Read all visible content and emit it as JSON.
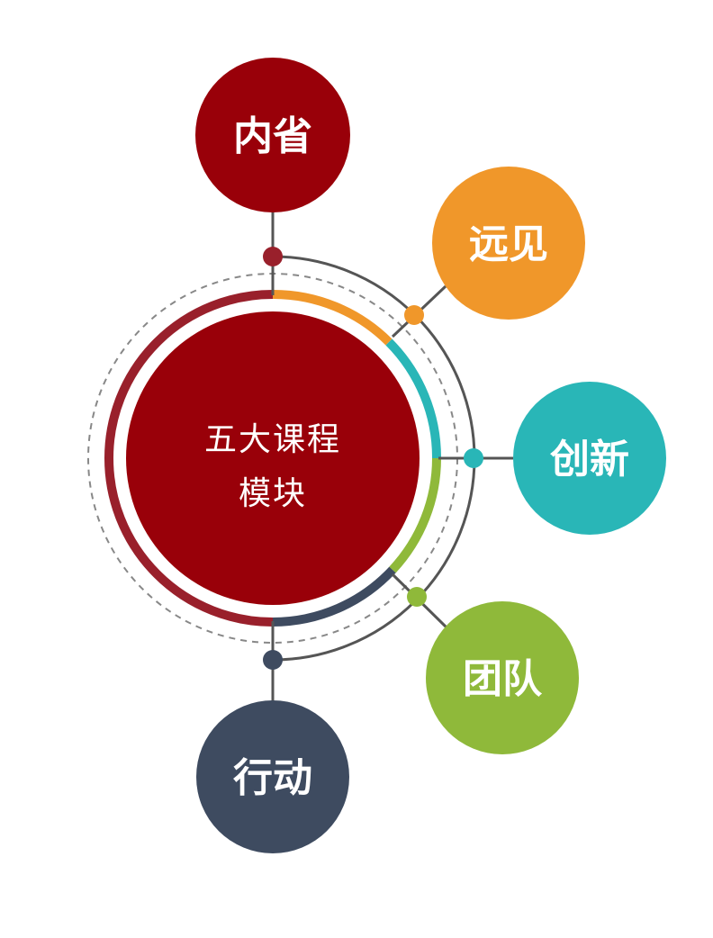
{
  "center": {
    "line1": "五大课程",
    "line2": "模块",
    "color": "#990009"
  },
  "colors": {
    "connector": "#555555",
    "dashed_ring": "#888888",
    "outer_left_arc": "#99202b"
  },
  "modules": [
    {
      "label": "内省",
      "color": "#990009",
      "dot_color": "#99202b"
    },
    {
      "label": "远见",
      "color": "#f0972a",
      "dot_color": "#f0972a"
    },
    {
      "label": "创新",
      "color": "#29b6b7",
      "dot_color": "#29b6b7"
    },
    {
      "label": "团队",
      "color": "#8fb93a",
      "dot_color": "#8fb93a"
    },
    {
      "label": "行动",
      "color": "#3e4b60",
      "dot_color": "#3e4b60"
    }
  ]
}
